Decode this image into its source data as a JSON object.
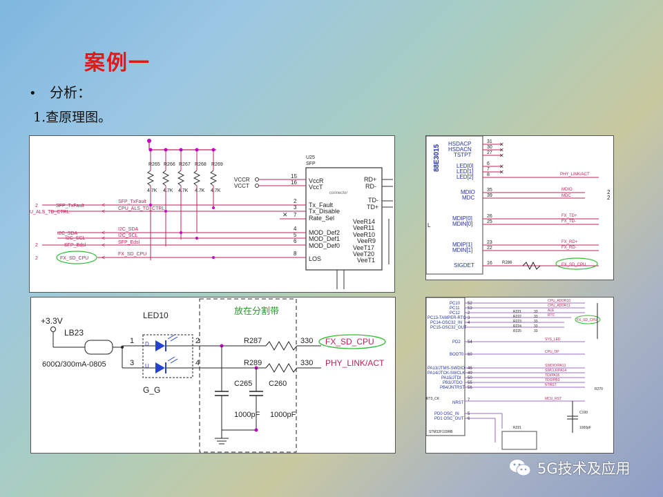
{
  "slide": {
    "title": "案例一",
    "bullet": "分析：",
    "step": "1.查原理图。"
  },
  "sfp_schematic": {
    "chip_ref": "U25",
    "chip_type": "SFP",
    "resistors": [
      "R265",
      "R266",
      "R267",
      "R268",
      "R269"
    ],
    "resistor_values": [
      "4.7K",
      "4.7K",
      "4.7K",
      "4.7K",
      "4.7K"
    ],
    "power_pins": [
      {
        "net": "VCCR",
        "pin": "15",
        "name": "VccR"
      },
      {
        "net": "VCCT",
        "pin": "16",
        "name": "VccT"
      }
    ],
    "left_pins": [
      {
        "num": "2",
        "name": "Tx_Fault"
      },
      {
        "num": "3",
        "name": "Tx_Disable"
      },
      {
        "num": "7",
        "name": "Rate_Sel"
      },
      {
        "num": "4",
        "name": "MOD_Def2"
      },
      {
        "num": "5",
        "name": "MOD_Def1"
      },
      {
        "num": "6",
        "name": "MOD_Def0"
      },
      {
        "num": "8",
        "name": "LOS"
      }
    ],
    "right_pins": [
      "RD+",
      "RD-",
      "TD-",
      "TD+",
      "VeeR14",
      "VeeR11",
      "VeeR10",
      "VeeR9",
      "VeeT17",
      "VeeT20",
      "VeeT1"
    ],
    "chip_note": "connector",
    "nets": [
      {
        "ref": "2",
        "port": "SFP_TxFault",
        "label": "SFP_TxFault"
      },
      {
        "ref": "U_ALS_TD_CTRL",
        "port": "",
        "label": "CPU_ALS_TD_CTRL"
      },
      {
        "ref": "",
        "port": "I2C_SDA",
        "label": "I2C_SDA"
      },
      {
        "ref": "",
        "port": "I2C_SCL",
        "label": "I2C_SCL"
      },
      {
        "ref": "2",
        "port": "SFP_Edsl",
        "label": "SFP_Edsl"
      },
      {
        "ref": "2",
        "port": "FX_SD_CPU",
        "label": "FX_SD_CPU"
      }
    ]
  },
  "led_schematic": {
    "supply": "+3.3V",
    "bead_ref": "LB23",
    "bead_value": "600Ω/300mA-0805",
    "led_ref": "LED10",
    "led_value": "G_G",
    "led_pins": [
      "1",
      "3",
      "2",
      "4"
    ],
    "led_side_labels": [
      "D",
      "U"
    ],
    "isolation_label": "放在分割带",
    "resistors": [
      {
        "ref": "R287",
        "value": "330",
        "net": "FX_SD_CPU"
      },
      {
        "ref": "R289",
        "value": "330",
        "net": "PHY_LINK/ACT"
      }
    ],
    "capacitors": [
      {
        "ref": "C265",
        "value": "1000pF"
      },
      {
        "ref": "C260",
        "value": "1000pF"
      }
    ]
  },
  "phy_schematic": {
    "chip": "88E3015",
    "pins": [
      {
        "name": "HSDACP",
        "num": "31",
        "net": ""
      },
      {
        "name": "HSDACN",
        "num": "30",
        "net": ""
      },
      {
        "name": "TSTPT",
        "num": "27",
        "net": ""
      },
      {
        "name": "LED[0]",
        "num": "6",
        "net": ""
      },
      {
        "name": "LED[1]",
        "num": "7",
        "net": ""
      },
      {
        "name": "LED[2]",
        "num": "8",
        "net": "PHY_LINK/ACT"
      },
      {
        "name": "MDIO",
        "num": "35",
        "net": "MDIO"
      },
      {
        "name": "MDC",
        "num": "39",
        "net": "MDC"
      },
      {
        "name": "MDIP[0]",
        "num": "26",
        "net": "FX_TD+"
      },
      {
        "name": "MDIN[0]",
        "num": "25",
        "net": "FX_TD-"
      },
      {
        "name": "MDIP[1]",
        "num": "23",
        "net": "FX_RD+"
      },
      {
        "name": "MDIN[1]",
        "num": "22",
        "net": "FX_RD-"
      },
      {
        "name": "SIGDET",
        "num": "16",
        "net": "FX_SD_CPU"
      }
    ],
    "sigdet_resistor": "R286",
    "edge_marks": [
      "2",
      "2",
      "L"
    ]
  },
  "mcu_schematic": {
    "pins": [
      {
        "name": "PC10",
        "num": "52",
        "net": "CPU_ADDR10"
      },
      {
        "name": "PC11",
        "num": "53",
        "net": "CPU_ADDR11"
      },
      {
        "name": "PC12",
        "num": "2",
        "net": "ALE"
      },
      {
        "name": "PC13-TAMPER-RTC",
        "num": "3",
        "net": "RTC"
      },
      {
        "name": "PC14-OSC32_IN",
        "num": "4",
        "net": "FX_SD_CPU"
      },
      {
        "name": "PC15-OSC32_OUT",
        "num": "",
        "net": ""
      },
      {
        "name": "PD2",
        "num": "54",
        "net": "SYS_LED"
      },
      {
        "name": "BOOT0",
        "num": "60",
        "net": "CPU_OP"
      },
      {
        "name": "PA13/JTMS-SWDIO",
        "num": "46",
        "net": "SWDIO/PA13"
      },
      {
        "name": "PA14/JTCK-SWCLK",
        "num": "49",
        "net": "SWCLK/PA14"
      },
      {
        "name": "PA15/JTDI",
        "num": "50",
        "net": "TDI/PA15"
      },
      {
        "name": "PB3/JTDO",
        "num": "55",
        "net": "TDO/PB3"
      },
      {
        "name": "PB4/JNTRST",
        "num": "56",
        "net": "NTRST"
      },
      {
        "name": "NRST",
        "num": "7",
        "net": "MCU_RST"
      },
      {
        "name": "PD0 OSC_IN",
        "num": "5",
        "net": ""
      },
      {
        "name": "PD1 OSC_OUT",
        "num": "6",
        "net": ""
      }
    ],
    "resistors": [
      "R221",
      "R222",
      "R223",
      "R224",
      "R225"
    ],
    "resistor_value": "33",
    "extra_labels": [
      "RT3_CK",
      "STM32F103RB",
      "C199",
      "1000pF",
      "R270",
      "R221"
    ]
  },
  "watermark": {
    "text": "5G技术及应用",
    "icon": "wechat-icon"
  },
  "colors": {
    "title": "#e01818",
    "net_line": "#c0205a",
    "magenta_dot": "#c000c0",
    "highlight_oval": "#33bb33",
    "bus_purple": "#7b3db0"
  }
}
